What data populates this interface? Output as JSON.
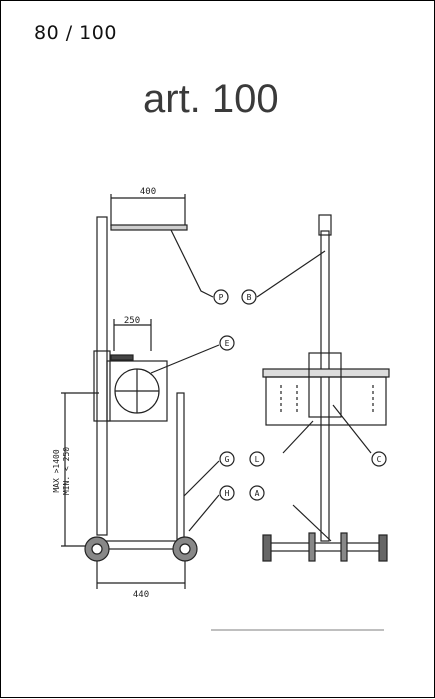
{
  "page_counter": "80 / 100",
  "title": "art. 100",
  "dimensions": {
    "top_width": "400",
    "screen_width": "250",
    "base_width": "440",
    "height_max": "MAX >1400",
    "height_min": "MIN. < 250"
  },
  "callouts": {
    "P": "P",
    "B": "B",
    "E": "E",
    "G": "G",
    "L": "L",
    "C": "C",
    "H": "H",
    "A": "A"
  }
}
